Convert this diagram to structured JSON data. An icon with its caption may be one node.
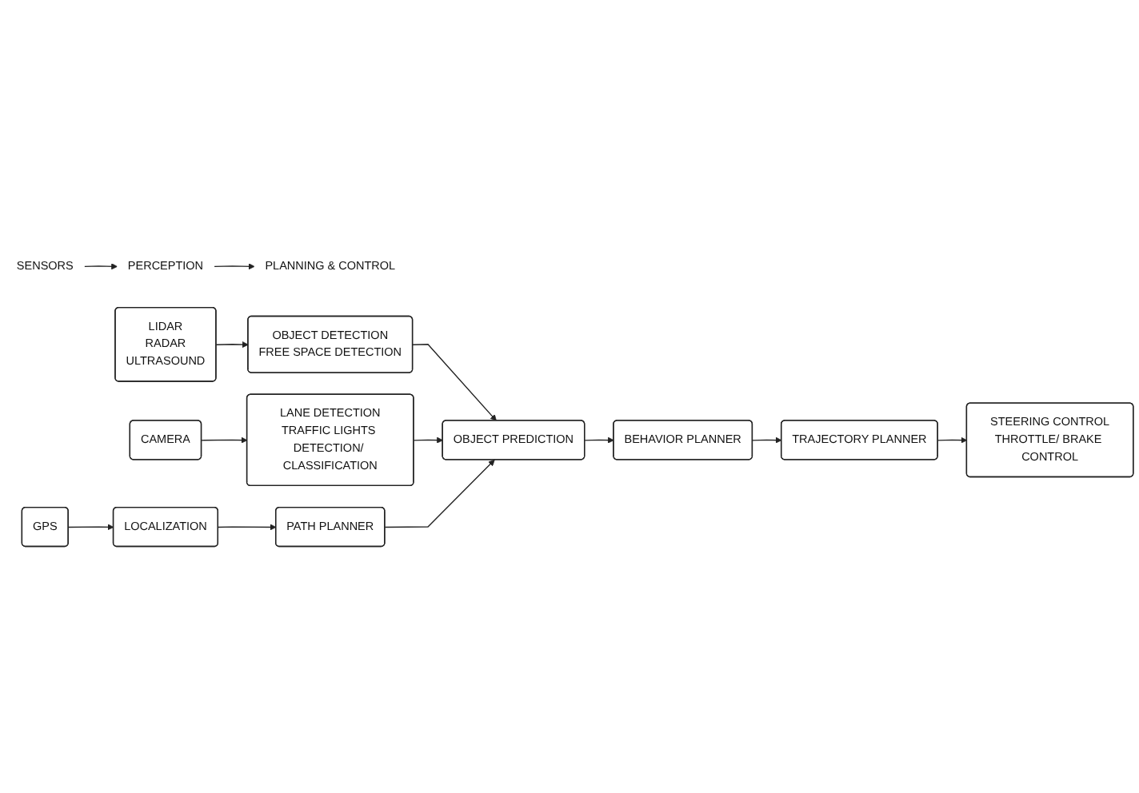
{
  "diagram": {
    "nodes": [
      {
        "text": [
          "SENSORS"
        ]
      },
      {
        "text": [
          "PERCEPTION"
        ]
      },
      {
        "text": [
          "PLANNING & CONTROL"
        ]
      },
      {
        "text": [
          "GPS"
        ]
      },
      {
        "text": [
          "LIDAR",
          "RADAR",
          "ULTRASOUND"
        ]
      },
      {
        "text": [
          "CAMERA"
        ]
      },
      {
        "text": [
          "LOCALIZATION"
        ]
      },
      {
        "text": [
          "OBJECT DETECTION",
          "FREE SPACE DETECTION"
        ]
      },
      {
        "text": [
          "LANE DETECTION",
          "TRAFFIC LIGHTS DETECTION/ CLASSIFICATION"
        ]
      },
      {
        "text": [
          "PATH PLANNER"
        ]
      },
      {
        "text": [
          "OBJECT PREDICTION"
        ]
      },
      {
        "text": [
          "BEHAVIOR PLANNER"
        ]
      },
      {
        "text": [
          "TRAJECTORY PLANNER"
        ]
      },
      {
        "text": [
          "STEERING CONTROL",
          "THROTTLE/ BRAKE CONTROL"
        ]
      }
    ],
    "edges": [
      {
        "from": 0,
        "to": 1,
        "arrow": "to"
      },
      {
        "from": 1,
        "to": 2,
        "arrow": "to"
      },
      {
        "from": 3,
        "to": 6,
        "arrow": "to"
      },
      {
        "from": 4,
        "to": 7,
        "arrow": "to"
      },
      {
        "from": 5,
        "to": 8,
        "arrow": "to"
      },
      {
        "from": 6,
        "to": 9,
        "arrow": "to"
      },
      {
        "from": 7,
        "to": 10,
        "arrow": "to"
      },
      {
        "from": 8,
        "to": 10,
        "arrow": "to"
      },
      {
        "from": 9,
        "to": 10,
        "arrow": "to"
      },
      {
        "from": 10,
        "to": 11,
        "arrow": "to"
      },
      {
        "from": 11,
        "to": 12,
        "arrow": "to"
      },
      {
        "from": 12,
        "to": 13,
        "arrow": "to"
      }
    ]
  }
}
